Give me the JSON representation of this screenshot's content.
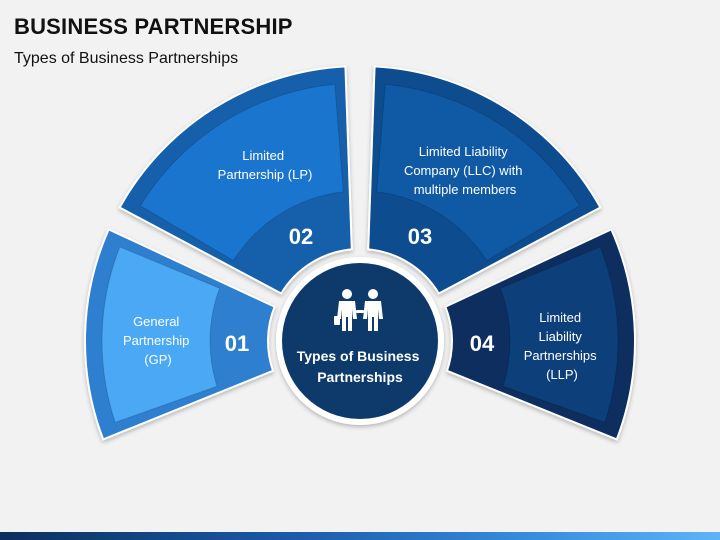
{
  "header": {
    "title": "BUSINESS PARTNERSHIP",
    "subtitle": "Types of Business Partnerships"
  },
  "center": {
    "label_line1": "Types of Business",
    "label_line2": "Partnerships",
    "icon": "business-handshake-icon"
  },
  "segments": [
    {
      "number": "01",
      "lines": [
        "General",
        "Partnership",
        "(GP)"
      ]
    },
    {
      "number": "02",
      "lines": [
        "Limited",
        "Partnership (LP)"
      ]
    },
    {
      "number": "03",
      "lines": [
        "Limited Liability",
        "Company (LLC) with",
        "multiple members"
      ]
    },
    {
      "number": "04",
      "lines": [
        "Limited",
        "Liability",
        "Partnerships",
        "(LLP)"
      ]
    }
  ],
  "colors": {
    "seg1_outer": "#2f7fd0",
    "seg1_inner": "#4aa8f4",
    "seg2_outer": "#1560ab",
    "seg2_inner": "#1a75cf",
    "seg3_outer": "#0e4d8f",
    "seg3_inner": "#105aa5",
    "seg4_outer": "#0b2f5f",
    "seg4_inner": "#0d3f7a",
    "center": "#0e3a6b",
    "gap": "#ffffff"
  }
}
